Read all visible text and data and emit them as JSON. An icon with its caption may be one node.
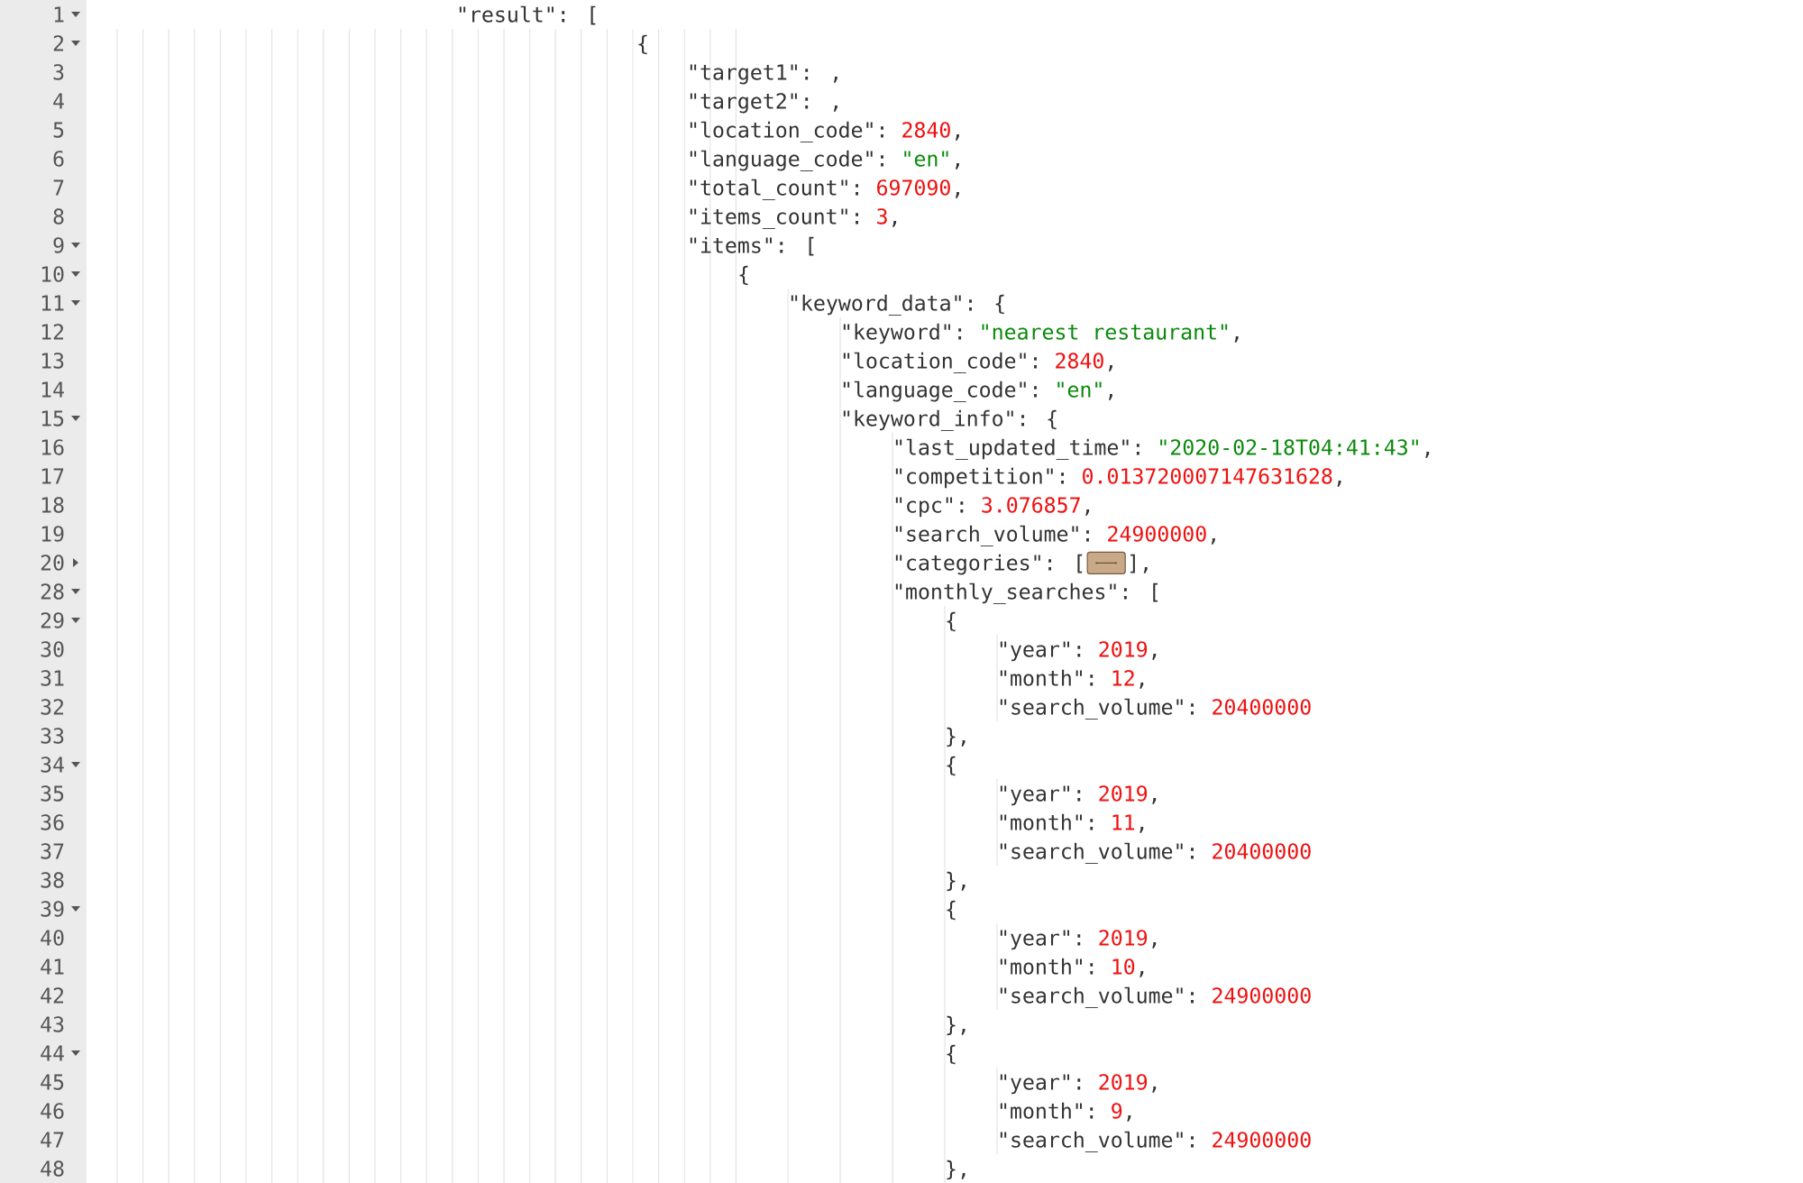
{
  "diagram": {
    "labels": [
      "1",
      "\"result\": [",
      "2",
      "{",
      "3",
      "\"target1\": ,",
      "4",
      "\"target2\": ,",
      "5",
      "\"location_code\":",
      "2840",
      ",",
      "6",
      "\"language_code\":",
      "\"en\"",
      ",",
      "7",
      "\"total_count\":",
      "697090",
      ",",
      "8",
      "\"items_count\":",
      "3",
      ",",
      "9",
      "\"items\": [",
      "10",
      "{",
      "11",
      "\"keyword_data\": {",
      "12",
      "\"keyword\":",
      "\"nearest restaurant\"",
      ",",
      "13",
      "\"location_code\":",
      "2840",
      ",",
      "14",
      "\"language_code\":",
      "\"en\"",
      ",",
      "15",
      "\"keyword_info\": {",
      "16",
      "\"last_updated_time\":",
      "\"2020-02-18T04:41:43\"",
      ",",
      "17",
      "\"competition\":",
      "0.013720007147631628",
      ",",
      "18",
      "\"cpc\":",
      "3.076857",
      ",",
      "19",
      "\"search_volume\":",
      "24900000",
      ",",
      "20",
      "\"categories\": [",
      "],",
      "28",
      "\"monthly_searches\": [",
      "29",
      "{",
      "30",
      "\"year\":",
      "2019",
      ",",
      "31",
      "\"month\":",
      "12",
      ",",
      "32",
      "\"search_volume\":",
      "20400000",
      "33",
      "},",
      "34",
      "{",
      "35",
      "\"year\":",
      "2019",
      ",",
      "36",
      "\"month\":",
      "11",
      ",",
      "37",
      "\"search_volume\":",
      "20400000",
      "38",
      "},",
      "39",
      "{",
      "40",
      "\"year\":",
      "2019",
      ",",
      "41",
      "\"month\":",
      "10",
      ",",
      "42",
      "\"search_volume\":",
      "24900000",
      "43",
      "},",
      "44",
      "{",
      "45",
      "\"year\":",
      "2019",
      ",",
      "46",
      "\"month\":",
      "9",
      ",",
      "47",
      "\"search_volume\":",
      "24900000",
      "48",
      "},"
    ]
  }
}
